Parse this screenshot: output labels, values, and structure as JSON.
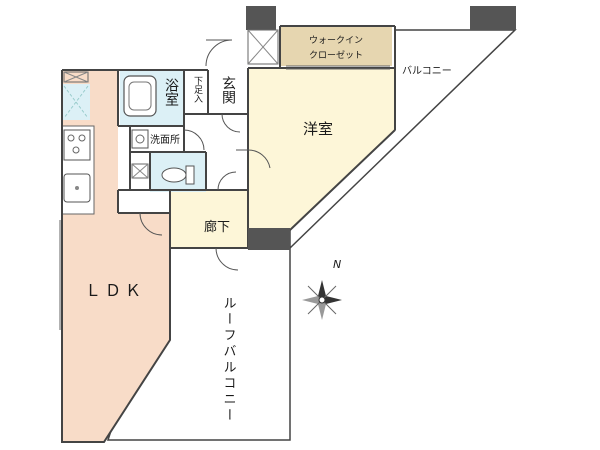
{
  "rooms": {
    "walk_in_closet_line1": "ウォークイン",
    "walk_in_closet_line2": "クローゼット",
    "balcony": "バルコニー",
    "bath": "浴室",
    "shoe_storage": "下足入",
    "entrance": "玄関",
    "western_room": "洋室",
    "washroom": "洗面所",
    "hallway": "廊下",
    "ldk": "ＬＤＫ",
    "roof_balcony": "ルーフバルコニー"
  },
  "compass": {
    "north_label": "N"
  },
  "colors": {
    "ldk_floor": "#f8dcc8",
    "wood_floor": "#fdf6d8",
    "closet": "#e6d6b0",
    "wet_area": "#dcf0f6",
    "wall": "#444444",
    "column": "#555555"
  }
}
